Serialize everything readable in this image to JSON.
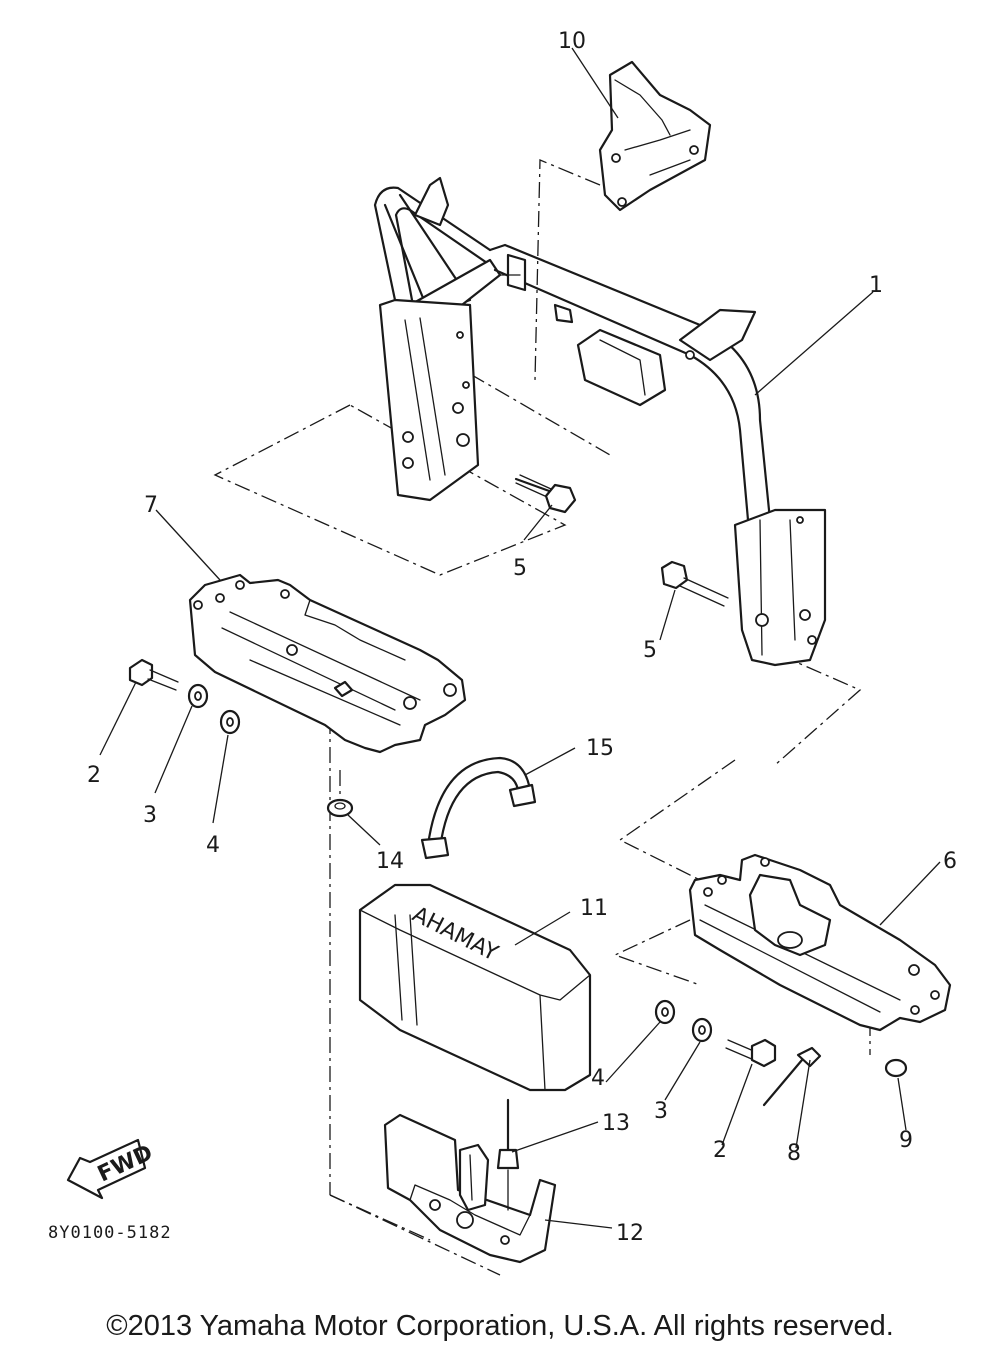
{
  "callouts": [
    "1",
    "2",
    "2",
    "3",
    "3",
    "4",
    "4",
    "5",
    "5",
    "6",
    "7",
    "8",
    "9",
    "10",
    "11",
    "12",
    "13",
    "14",
    "15"
  ],
  "fwd_label": "FWD",
  "battery_text": "YAMAHA",
  "diagram_code": "8Y0100-5182",
  "copyright": "©2013 Yamaha Motor Corporation, U.S.A. All rights reserved."
}
